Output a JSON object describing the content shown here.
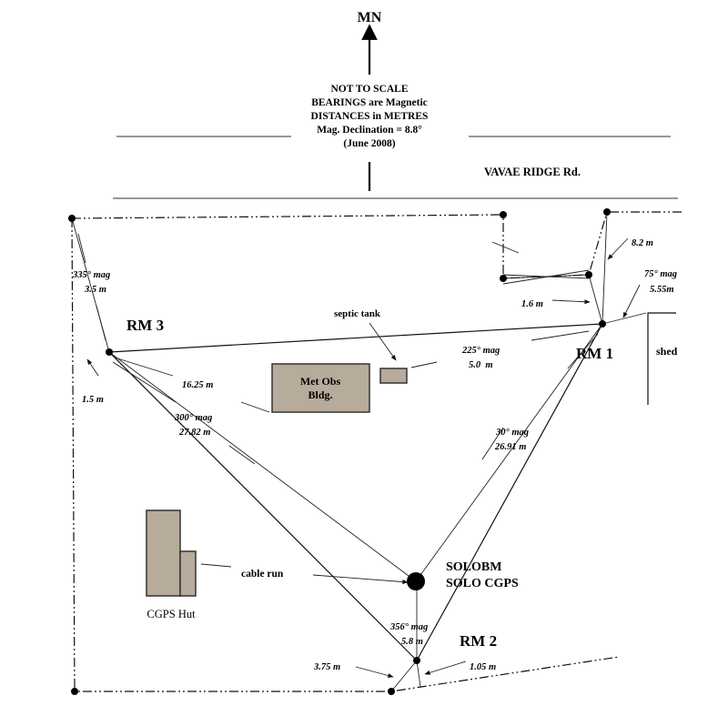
{
  "north_label": "MN",
  "notes": [
    "NOT TO SCALE",
    "BEARINGS are Magnetic",
    "DISTANCES in METRES",
    "Mag. Declination = 8.8°",
    "(June 2008)"
  ],
  "road_label": "VAVAE RIDGE Rd.",
  "markers": {
    "rm1": "RM 1",
    "rm2": "RM 2",
    "rm3": "RM 3",
    "solobm_line1": "SOLOBM",
    "solobm_line2": "SOLO CGPS"
  },
  "buildings": {
    "met_obs_line1": "Met Obs",
    "met_obs_line2": "Bldg.",
    "septic_tank": "septic tank",
    "cgps_hut": "CGPS Hut",
    "shed": "shed",
    "cable_run": "cable run"
  },
  "measurements": {
    "m_8_2": "8.2 m",
    "m_75_bearing": "75° mag",
    "m_75_dist": "5.55m",
    "m_1_6": "1.6 m",
    "m_225_bearing": "225° mag",
    "m_225_dist": "5.0  m",
    "m_335_bearing": "335° mag",
    "m_335_dist": "3.5 m",
    "m_1_5": "1.5 m",
    "m_16_25": "16.25 m",
    "m_300_bearing": "300° mag",
    "m_300_dist": "27.82 m",
    "m_30_bearing": "30° mag",
    "m_30_dist": "26.91 m",
    "m_356_bearing": "356° mag",
    "m_356_dist": "5.8 m",
    "m_3_75": "3.75 m",
    "m_1_05": "1.05 m"
  },
  "colors": {
    "building_fill": "#b7ab9c"
  }
}
